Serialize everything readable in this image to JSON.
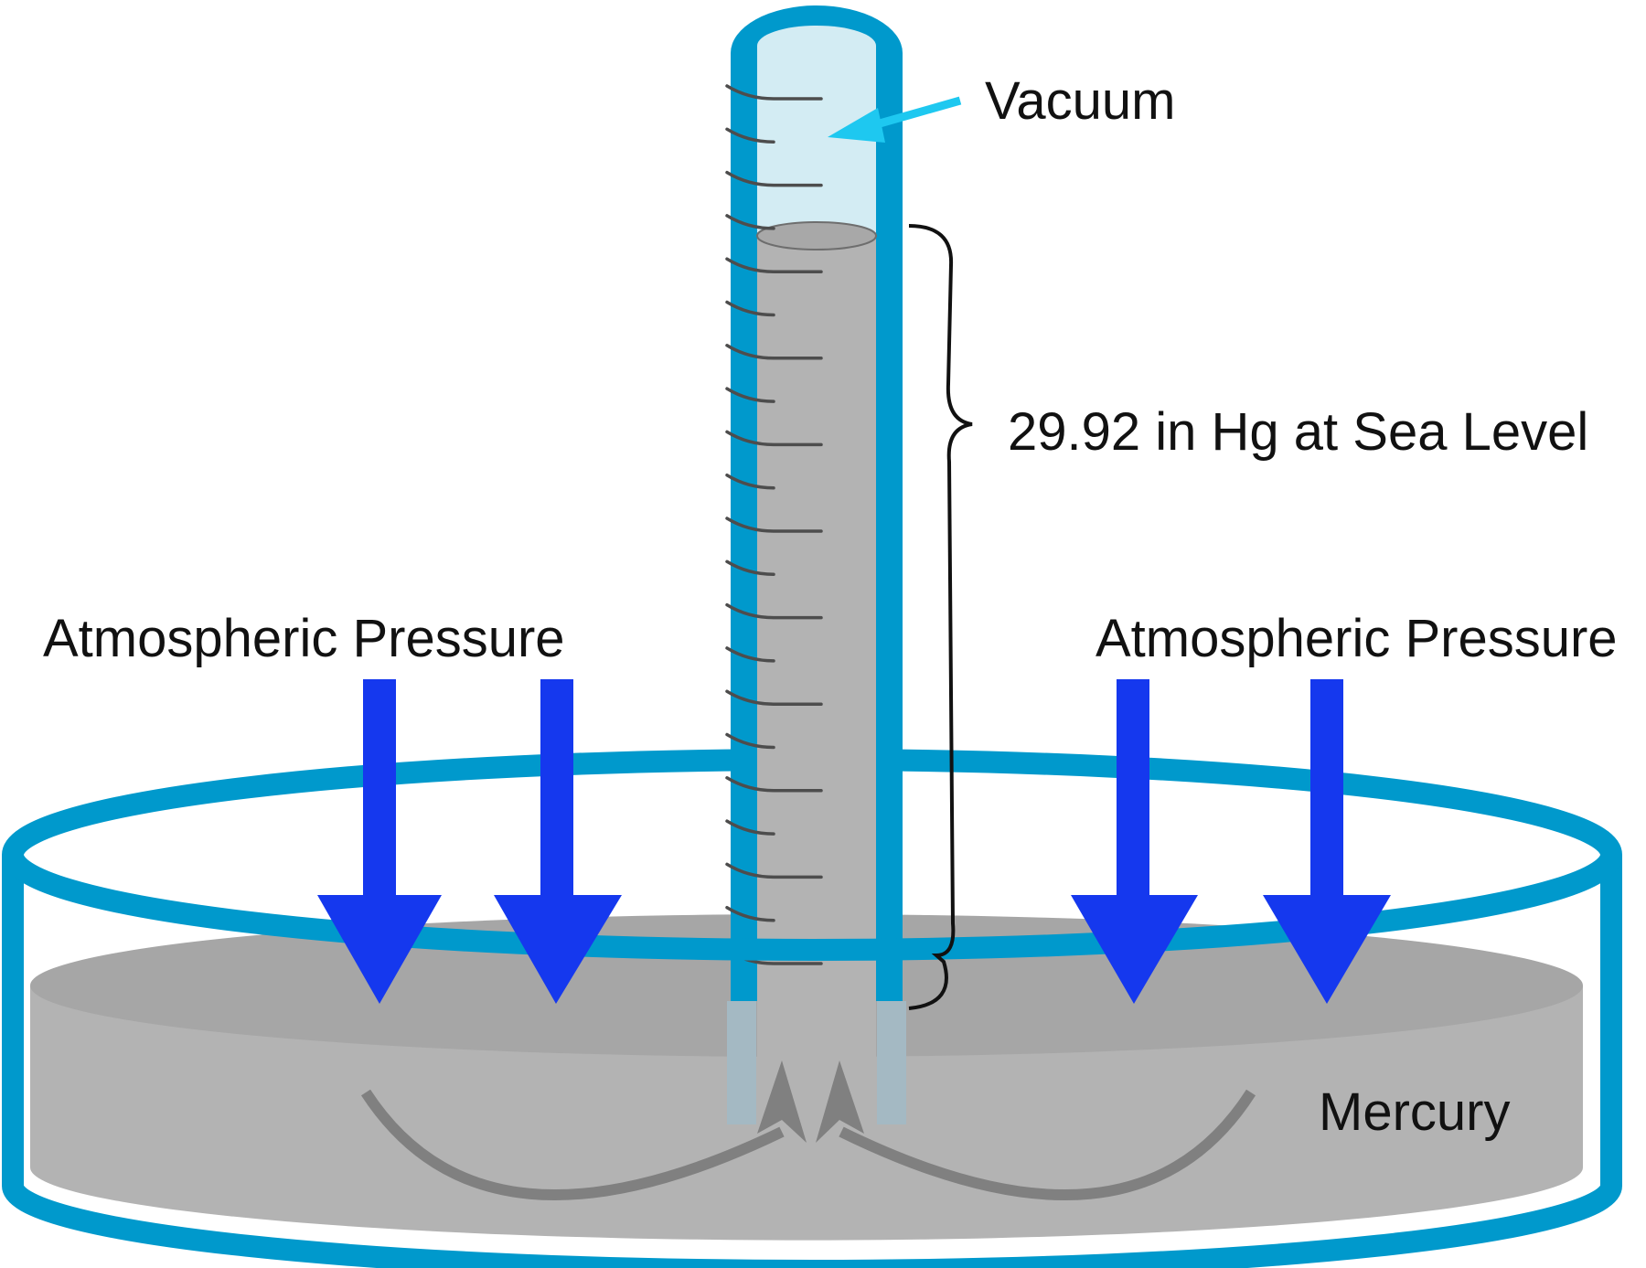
{
  "labels": {
    "vacuum": "Vacuum",
    "column_height": "29.92 in Hg at Sea Level",
    "atmospheric_left": "Atmospheric Pressure",
    "atmospheric_right": "Atmospheric Pressure",
    "mercury": "Mercury"
  },
  "colors": {
    "glass": "#0099cc",
    "vacuum_fill": "#d3ecf3",
    "mercury_light": "#b3b3b3",
    "mercury_surface": "#a6a6a6",
    "pressure_arrow": "#1538ee",
    "vacuum_arrow": "#1ec8f0",
    "flow_arrow": "#808080",
    "tick": "#4d4d4d"
  }
}
